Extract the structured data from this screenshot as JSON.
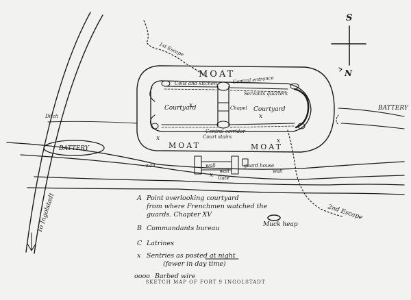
{
  "compass": {
    "north": "N",
    "south": "S"
  },
  "labels": {
    "moat_top": "MOAT",
    "moat_bottom_left": "MOAT",
    "moat_bottom_right": "MOAT",
    "courtyard_left": "Courtyard",
    "courtyard_right": "Courtyard",
    "central_entrance": "Central entrance",
    "cells_kitchen": "Cells and kitchen",
    "servants_quarters": "Servants quarters",
    "chapel": "Chapel",
    "central_corridor": "Central corridor",
    "court_stairs": "Court stairs",
    "battery_left": "BATTERY",
    "battery_right": "BATTERY",
    "to_ingolstadt": "To Ingolstadt",
    "ditch": "Ditch",
    "wall_labels": [
      "wall",
      "wall",
      "wall",
      "wall"
    ],
    "gate": "Gate",
    "guard_house": "guard house",
    "second_escape": "2nd Escape",
    "muck_heap": "Muck heap",
    "escape_path_label": "1st Escape"
  },
  "legend": {
    "a_key": "A",
    "a_line1": "Point overlooking courtyard",
    "a_line2": "from where Frenchmen watched the",
    "a_line3": "guards. Chapter XV",
    "b_key": "B",
    "b_text": "Commandants bureau",
    "c_key": "C",
    "c_text": "Latrines",
    "x_key": "x",
    "x_text": "Sentries as posted at night",
    "x_text_sub": "(fewer in day time)",
    "barbed_key": "oooo",
    "barbed_text": "Barbed wire"
  },
  "caption": "SKETCH MAP OF FORT 9 INGOLSTADT"
}
